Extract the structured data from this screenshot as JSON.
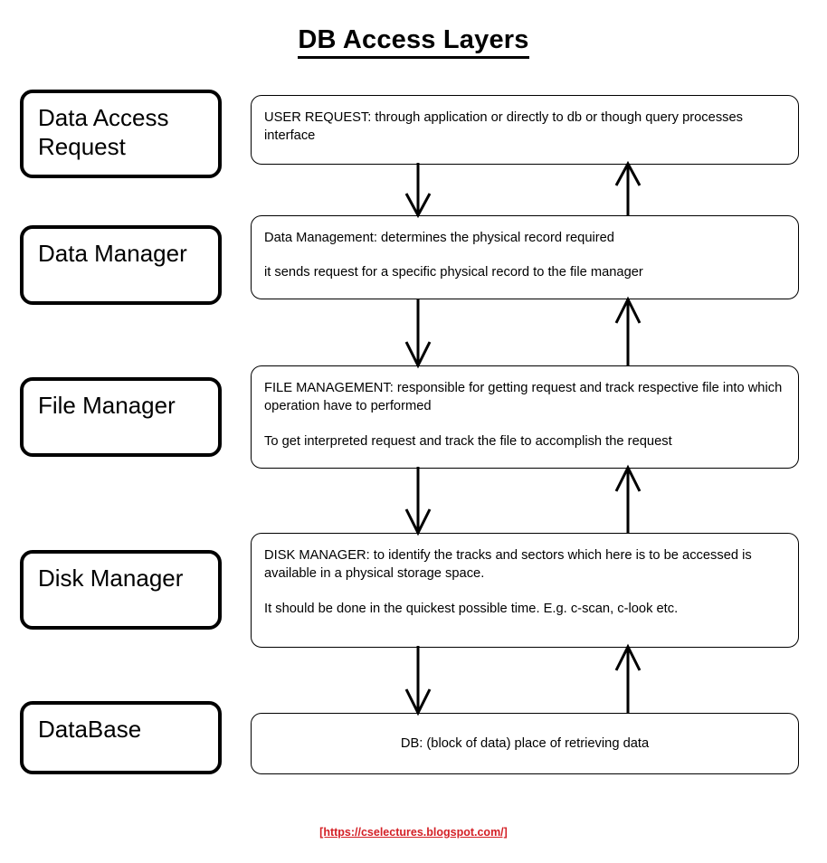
{
  "title": "DB Access Layers",
  "layers": [
    {
      "name": "Data Access Request",
      "label": "Data Access\nRequest",
      "description_paragraphs": [
        "USER REQUEST: through application or directly to db or though query processes interface"
      ]
    },
    {
      "name": "Data Manager",
      "label": "Data Manager",
      "description_paragraphs": [
        "Data Management: determines the physical record required",
        "it sends request for a specific physical record to the file manager"
      ]
    },
    {
      "name": "File Manager",
      "label": "File Manager",
      "description_paragraphs": [
        "FILE MANAGEMENT: responsible for getting request and track respective file into which operation have to performed",
        "To get interpreted request and track the file to accomplish the request"
      ]
    },
    {
      "name": "Disk Manager",
      "label": "Disk Manager",
      "description_paragraphs": [
        "DISK MANAGER: to identify the tracks and sectors which here is to be accessed is available in a physical storage space.",
        "It should be done in the quickest possible time. E.g. c-scan, c-look etc."
      ]
    },
    {
      "name": "DataBase",
      "label": "DataBase",
      "description_paragraphs": [
        "DB: (block of data) place of retrieving data"
      ]
    }
  ],
  "connectors": [
    {
      "direction": "down",
      "from": "Data Access Request",
      "to": "Data Manager"
    },
    {
      "direction": "up",
      "from": "Data Manager",
      "to": "Data Access Request"
    },
    {
      "direction": "down",
      "from": "Data Manager",
      "to": "File Manager"
    },
    {
      "direction": "up",
      "from": "File Manager",
      "to": "Data Manager"
    },
    {
      "direction": "down",
      "from": "File Manager",
      "to": "Disk Manager"
    },
    {
      "direction": "up",
      "from": "Disk Manager",
      "to": "File Manager"
    },
    {
      "direction": "down",
      "from": "Disk Manager",
      "to": "DataBase"
    },
    {
      "direction": "up",
      "from": "DataBase",
      "to": "Disk Manager"
    }
  ],
  "footer": {
    "link_text": "[https://cselectures.blogspot.com/]",
    "link_color": "#d42026"
  },
  "colors": {
    "background": "#ffffff",
    "stroke": "#000000",
    "text": "#000000",
    "link": "#d42026"
  }
}
